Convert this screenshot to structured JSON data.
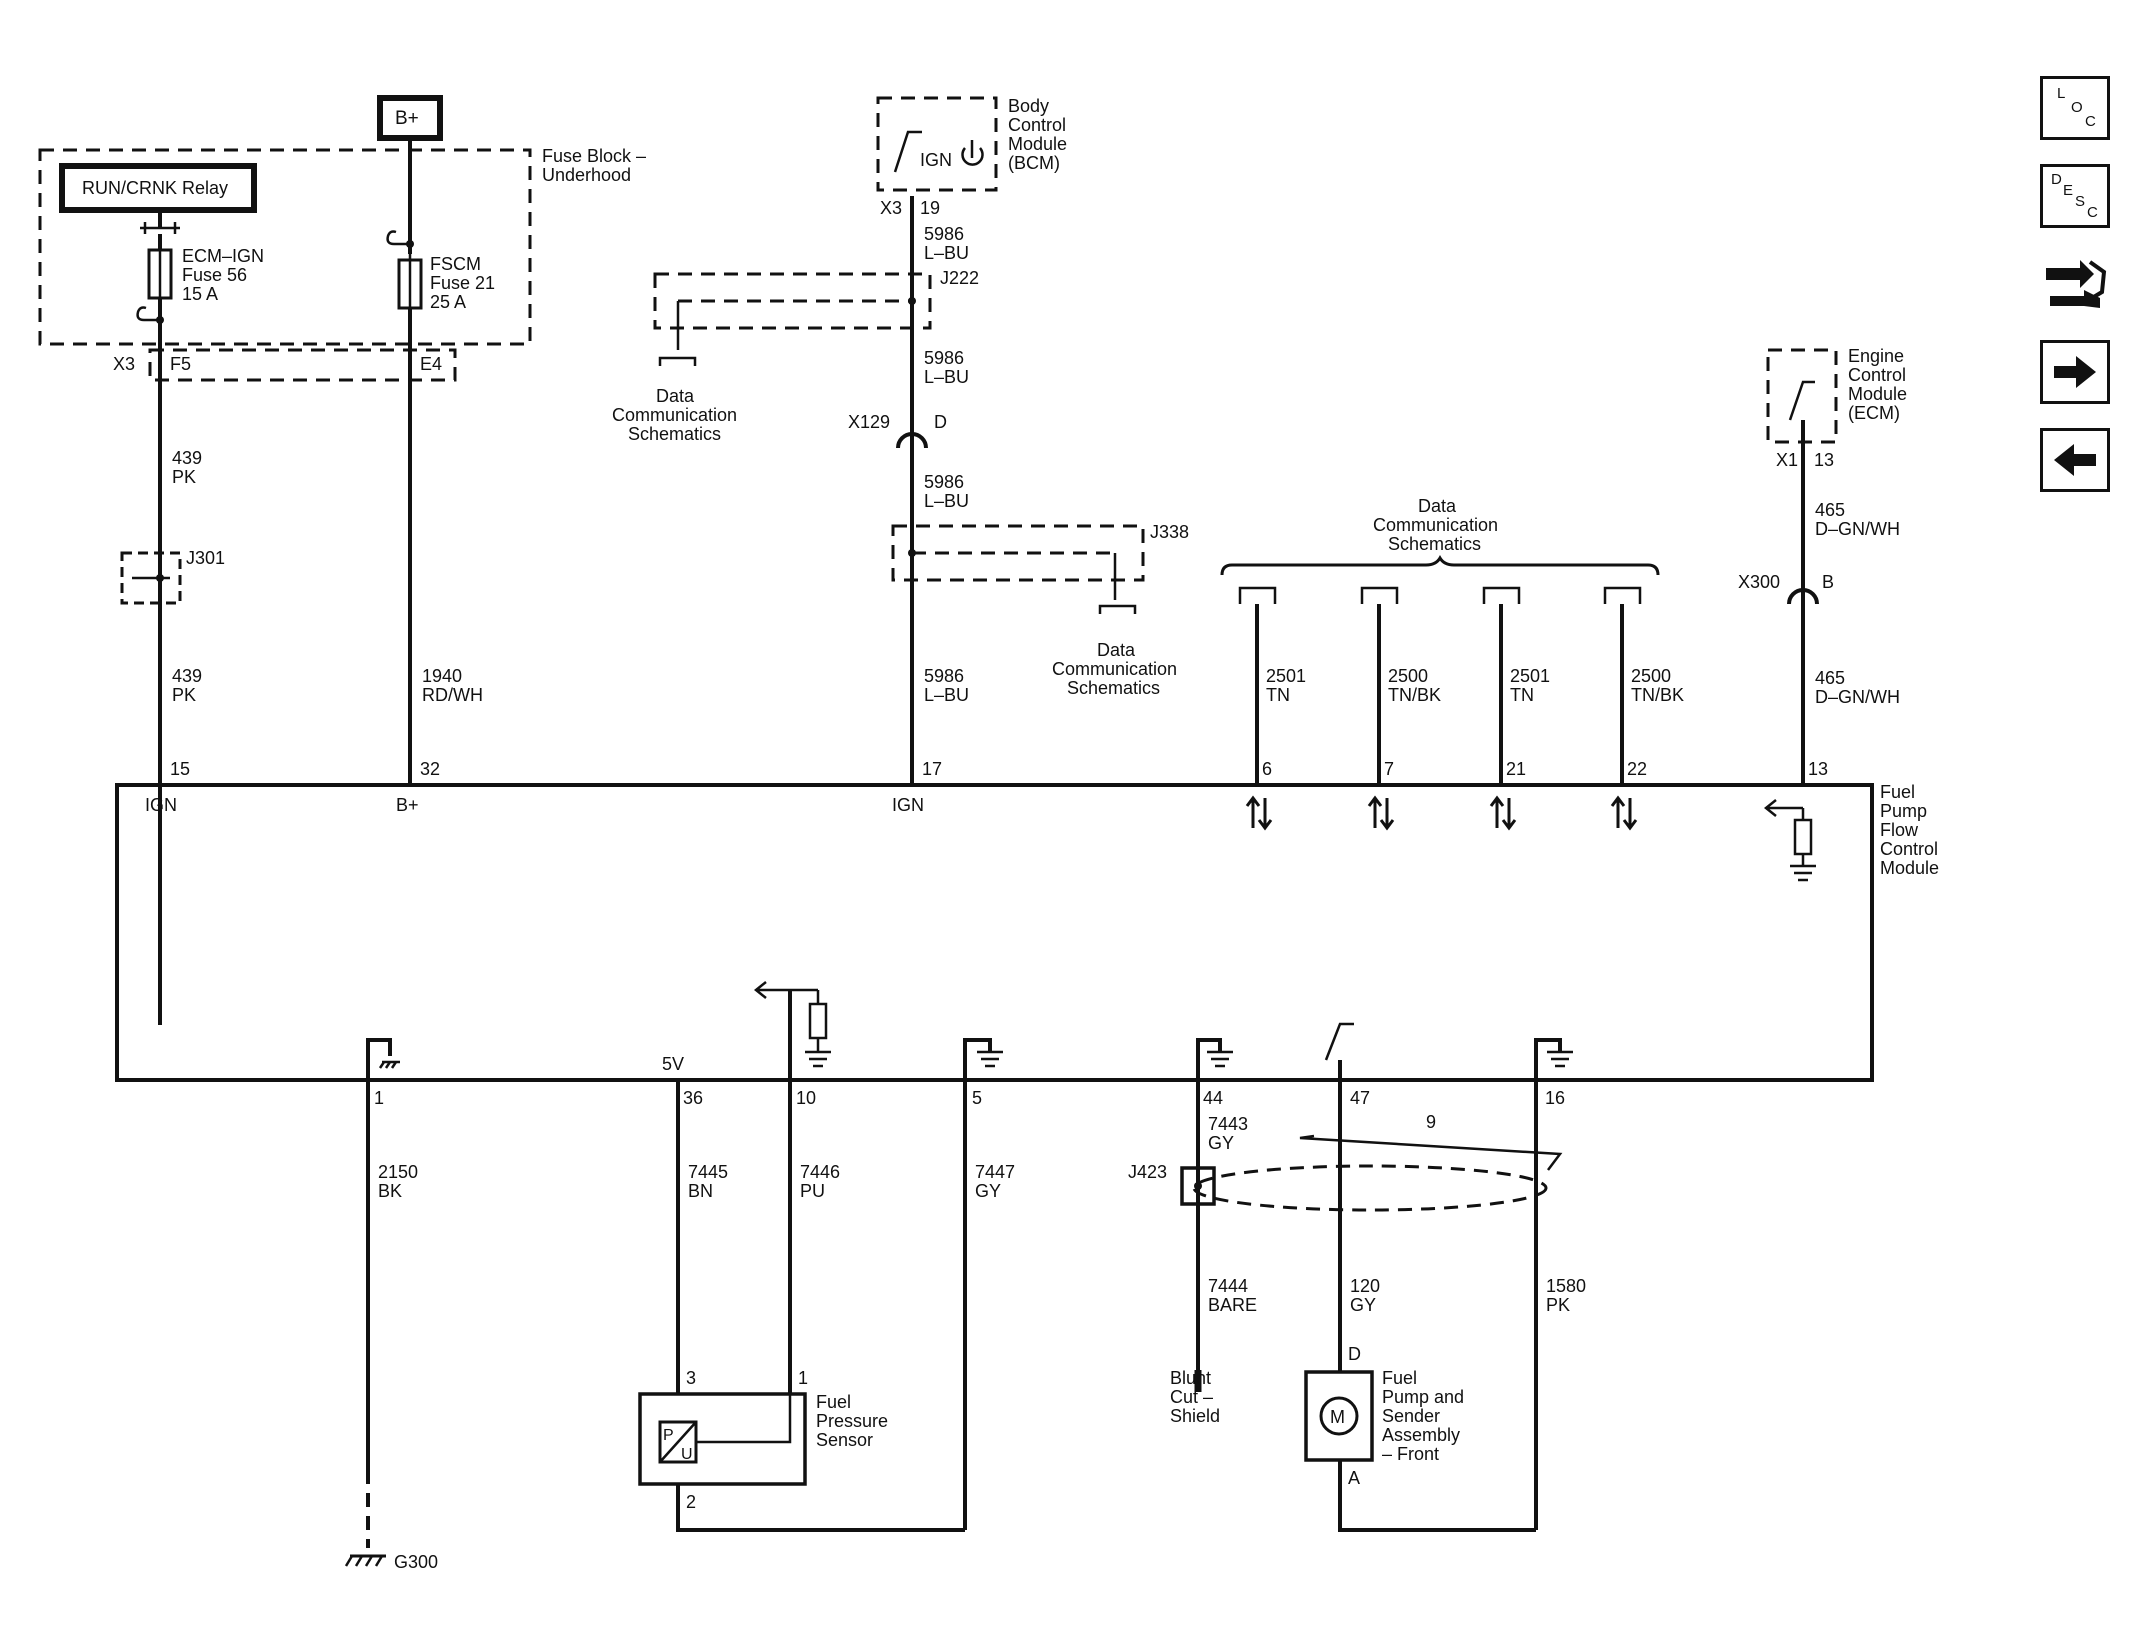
{
  "title": "",
  "power": {
    "bplus": "B+",
    "fuse_block": "Fuse Block –",
    "fuse_block_2": "Underhood",
    "relay": "RUN/CRNK Relay",
    "fuse56": {
      "name": "ECM–IGN",
      "num": "Fuse 56",
      "amp": "15 A"
    },
    "fuse21": {
      "name": "FSCM",
      "num": "Fuse 21",
      "amp": "25 A"
    },
    "conn_x3": "X3",
    "pin_f5": "F5",
    "pin_e4": "E4"
  },
  "bcm": {
    "l1": "Body",
    "l2": "Control",
    "l3": "Module",
    "l4": "(BCM)",
    "ign": "IGN",
    "conn": "X3",
    "pin": "19"
  },
  "ecm": {
    "l1": "Engine",
    "l2": "Control",
    "l3": "Module",
    "l4": "(ECM)",
    "conn": "X1",
    "pin": "13"
  },
  "splices": {
    "j222": "J222",
    "j338": "J338",
    "j301": "J301",
    "j423": "J423"
  },
  "inline": {
    "x129": "X129",
    "x129_pin": "D",
    "x300": "X300",
    "x300_pin": "B"
  },
  "data_comm": {
    "l1": "Data",
    "l2": "Communication",
    "l3": "Schematics"
  },
  "wires": {
    "w439a": {
      "circuit": "439",
      "color": "PK"
    },
    "w439b": {
      "circuit": "439",
      "color": "PK"
    },
    "w1940": {
      "circuit": "1940",
      "color": "RD/WH"
    },
    "w5986a": {
      "circuit": "5986",
      "color": "L–BU"
    },
    "w5986b": {
      "circuit": "5986",
      "color": "L–BU"
    },
    "w5986c": {
      "circuit": "5986",
      "color": "L–BU"
    },
    "w5986d": {
      "circuit": "5986",
      "color": "L–BU"
    },
    "w2501a": {
      "circuit": "2501",
      "color": "TN"
    },
    "w2500a": {
      "circuit": "2500",
      "color": "TN/BK"
    },
    "w2501b": {
      "circuit": "2501",
      "color": "TN"
    },
    "w2500b": {
      "circuit": "2500",
      "color": "TN/BK"
    },
    "w465a": {
      "circuit": "465",
      "color": "D–GN/WH"
    },
    "w465b": {
      "circuit": "465",
      "color": "D–GN/WH"
    },
    "w2150": {
      "circuit": "2150",
      "color": "BK"
    },
    "w7445": {
      "circuit": "7445",
      "color": "BN"
    },
    "w7446": {
      "circuit": "7446",
      "color": "PU"
    },
    "w7447": {
      "circuit": "7447",
      "color": "GY"
    },
    "w7443": {
      "circuit": "7443",
      "color": "GY"
    },
    "w7444": {
      "circuit": "7444",
      "color": "BARE"
    },
    "w120": {
      "circuit": "120",
      "color": "GY"
    },
    "w1580": {
      "circuit": "1580",
      "color": "PK"
    }
  },
  "module": {
    "l1": "Fuel",
    "l2": "Pump",
    "l3": "Flow",
    "l4": "Control",
    "l5": "Module",
    "top_pins": [
      "15",
      "32",
      "17",
      "6",
      "7",
      "21",
      "22",
      "13"
    ],
    "top_labels": {
      "ign1": "IGN",
      "bplus": "B+",
      "ign2": "IGN"
    },
    "bottom_pins": [
      "1",
      "36",
      "10",
      "5",
      "44",
      "47",
      "16"
    ],
    "label_5v": "5V"
  },
  "sensor": {
    "l1": "Fuel",
    "l2": "Pressure",
    "l3": "Sensor",
    "pin3": "3",
    "pin1": "1",
    "pin2": "2",
    "p": "P",
    "u": "U"
  },
  "pump": {
    "l1": "Fuel",
    "l2": "Pump and",
    "l3": "Sender",
    "l4": "Assembly",
    "l5": "– Front",
    "pin_d": "D",
    "pin_a": "A",
    "motor": "M"
  },
  "shield": {
    "l1": "Blunt",
    "l2": "Cut –",
    "l3": "Shield",
    "twist": "9"
  },
  "ground": {
    "g300": "G300"
  },
  "nav": {
    "loc": [
      "L",
      "O",
      "C"
    ],
    "desc": [
      "D",
      "E",
      "S",
      "C"
    ]
  }
}
